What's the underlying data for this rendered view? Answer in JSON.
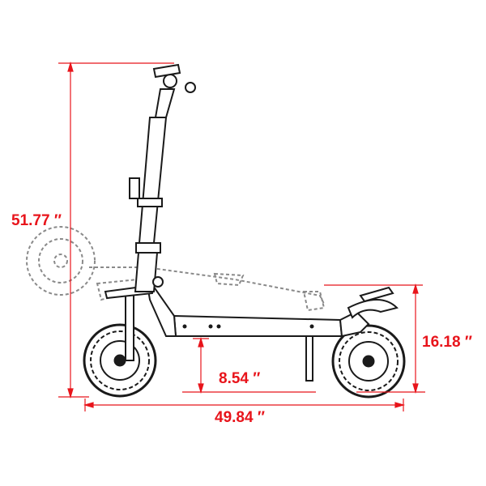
{
  "dimensions": {
    "total_height": "51.77 ″",
    "handlebar_folded_height": "16.18 ″",
    "ground_clearance": "8.54 ″",
    "total_length": "49.84 ″"
  },
  "colors": {
    "dimension": "#e8141b",
    "drawing": "#1a1a1a",
    "ghost": "#8a8a8a"
  }
}
